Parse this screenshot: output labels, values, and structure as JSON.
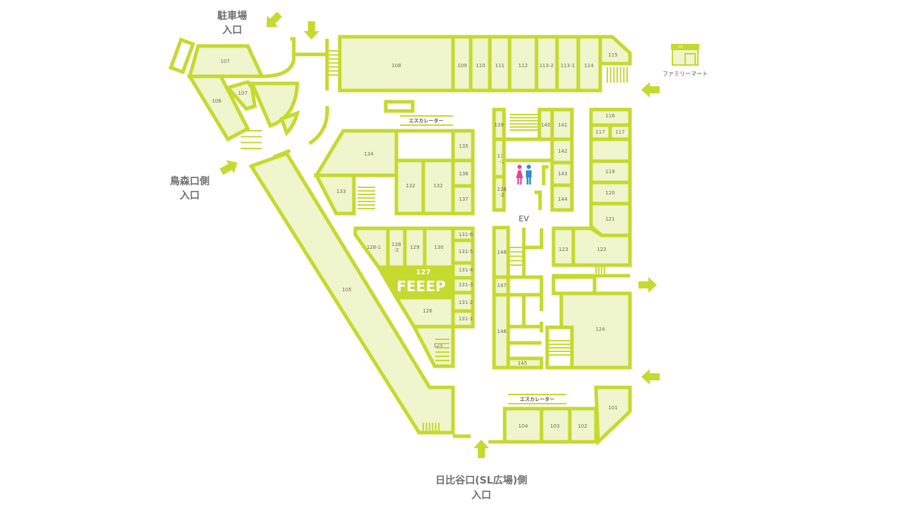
{
  "colors": {
    "line": "#c6d92e",
    "room_fill": "#eff5cd",
    "female": "#e2459a",
    "male": "#2e8fc7",
    "text": "#707070"
  },
  "entrances": {
    "parking": {
      "line1": "駐車場",
      "line2": "入口"
    },
    "karasumori": {
      "line1": "鳥森口側",
      "line2": "入口"
    },
    "hibiya": {
      "line1": "日比谷口(SL広場)側",
      "line2": "入口"
    }
  },
  "escalator_label": "エスカレーター",
  "elevator_label": "EV",
  "familymart": {
    "label": "ファミリーマート",
    "sign": "24",
    "icon": "convenience-store-icon"
  },
  "restroom_icon": "restroom-icon",
  "feature_store": {
    "number": "127",
    "name": "FEEEP"
  },
  "rooms": [
    "108",
    "109",
    "110",
    "111",
    "112",
    "113-2",
    "113-1",
    "114",
    "115",
    "107",
    "106",
    "107",
    "134",
    "133",
    "135",
    "136",
    "137",
    "132",
    "132",
    "128-1",
    "128\n-2",
    "129",
    "130",
    "126",
    "125",
    "131-6",
    "131-5",
    "131-4",
    "131-3",
    "131-2",
    "131-1",
    "139",
    "140",
    "141",
    "138\n-1",
    "138\n-2",
    "142",
    "143",
    "144",
    "148",
    "147",
    "146",
    "145",
    "116",
    "117",
    "117",
    "119",
    "120",
    "121",
    "123",
    "122",
    "124",
    "104",
    "103",
    "102",
    "101",
    "105"
  ]
}
